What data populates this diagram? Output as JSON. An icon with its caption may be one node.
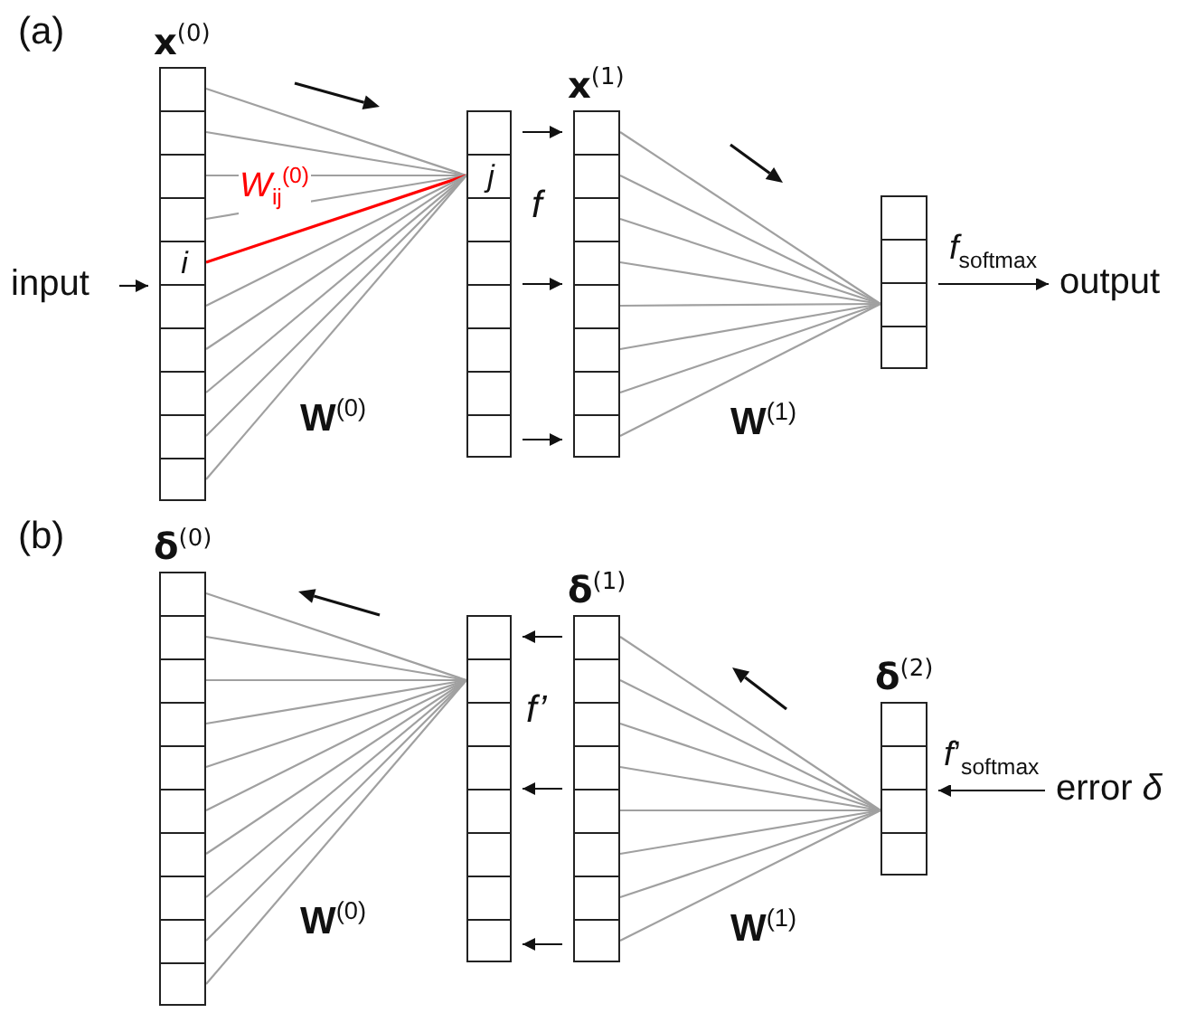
{
  "diagram": {
    "nodes": [
      {
        "text": [
          "**x**$^{(0)}$"
        ]
      },
      {
        "text": [
          "i"
        ],
        "in": 0
      },
      {
        "text": [],
        "shape": "box"
      },
      {
        "text": [
          "j"
        ],
        "in": 2
      },
      {
        "text": [
          "**x**$^{(1)}$"
        ]
      },
      {
        "text": [],
        "shape": "box"
      },
      {
        "text": [
          "input"
        ]
      },
      {
        "text": [
          "output"
        ]
      },
      {
        "text": [
          "**δ**$^{(0)}$"
        ]
      },
      {
        "text": [],
        "shape": "box"
      },
      {
        "text": [
          "**δ**$^{(1)}$"
        ]
      },
      {
        "text": [
          "**δ**$^{(2)}$"
        ]
      },
      {
        "text": [
          "error *δ*"
        ]
      }
    ],
    "edges": [
      {
        "from": 6,
        "to": 0,
        "arrow": "to",
        "color": "#111111"
      },
      {
        "from": 0,
        "to": 3,
        "arrow": "none"
      },
      {
        "from": 0,
        "to": 3,
        "arrow": "none"
      },
      {
        "from": 0,
        "to": 3,
        "arrow": "none"
      },
      {
        "from": 0,
        "to": 3,
        "arrow": "none"
      },
      {
        "from": 1,
        "to": 3,
        "arrow": "none",
        "label": "*W*$_{ij}$$^{(0)}$",
        "color": "#ff0000"
      },
      {
        "from": 0,
        "to": 3,
        "arrow": "none"
      },
      {
        "from": 0,
        "to": 3,
        "arrow": "none"
      },
      {
        "from": 0,
        "to": 3,
        "arrow": "none"
      },
      {
        "from": 0,
        "to": 3,
        "arrow": "none"
      },
      {
        "from": 0,
        "to": 3,
        "arrow": "none"
      },
      {
        "from": 2,
        "to": 4,
        "arrow": "to",
        "color": "#111111"
      },
      {
        "from": 2,
        "to": 4,
        "arrow": "to",
        "color": "#111111"
      },
      {
        "from": 2,
        "to": 4,
        "arrow": "to",
        "color": "#111111"
      },
      {
        "from": 4,
        "to": 5,
        "arrow": "none"
      },
      {
        "from": 4,
        "to": 5,
        "arrow": "none"
      },
      {
        "from": 4,
        "to": 5,
        "arrow": "none"
      },
      {
        "from": 4,
        "to": 5,
        "arrow": "none"
      },
      {
        "from": 4,
        "to": 5,
        "arrow": "none"
      },
      {
        "from": 4,
        "to": 5,
        "arrow": "none"
      },
      {
        "from": 4,
        "to": 5,
        "arrow": "none"
      },
      {
        "from": 4,
        "to": 5,
        "arrow": "none"
      },
      {
        "from": 5,
        "to": 7,
        "arrow": "to",
        "label": "*f*$_{softmax}$",
        "color": "#111111"
      },
      {
        "from": 8,
        "to": 9,
        "arrow": "none"
      },
      {
        "from": 8,
        "to": 9,
        "arrow": "none"
      },
      {
        "from": 8,
        "to": 9,
        "arrow": "none"
      },
      {
        "from": 8,
        "to": 9,
        "arrow": "none"
      },
      {
        "from": 8,
        "to": 9,
        "arrow": "none"
      },
      {
        "from": 8,
        "to": 9,
        "arrow": "none"
      },
      {
        "from": 8,
        "to": 9,
        "arrow": "none"
      },
      {
        "from": 8,
        "to": 9,
        "arrow": "none"
      },
      {
        "from": 8,
        "to": 9,
        "arrow": "none"
      },
      {
        "from": 8,
        "to": 9,
        "arrow": "none"
      },
      {
        "from": 10,
        "to": 9,
        "arrow": "to",
        "color": "#111111"
      },
      {
        "from": 10,
        "to": 9,
        "arrow": "to",
        "color": "#111111"
      },
      {
        "from": 10,
        "to": 9,
        "arrow": "to",
        "color": "#111111"
      },
      {
        "from": 10,
        "to": 11,
        "arrow": "none"
      },
      {
        "from": 10,
        "to": 11,
        "arrow": "none"
      },
      {
        "from": 10,
        "to": 11,
        "arrow": "none"
      },
      {
        "from": 10,
        "to": 11,
        "arrow": "none"
      },
      {
        "from": 10,
        "to": 11,
        "arrow": "none"
      },
      {
        "from": 10,
        "to": 11,
        "arrow": "none"
      },
      {
        "from": 10,
        "to": 11,
        "arrow": "none"
      },
      {
        "from": 10,
        "to": 11,
        "arrow": "none"
      },
      {
        "from": 12,
        "to": 11,
        "arrow": "to",
        "label": "*f*’$_{softmax}$",
        "color": "#111111"
      }
    ],
    "labels": [
      "(a)",
      "f",
      "**W**$^{(0)}$",
      "**W**$^{(1)}$",
      "(b)",
      "f’",
      "**W**$^{(0)}$",
      "**W**$^{(1)}$"
    ]
  }
}
